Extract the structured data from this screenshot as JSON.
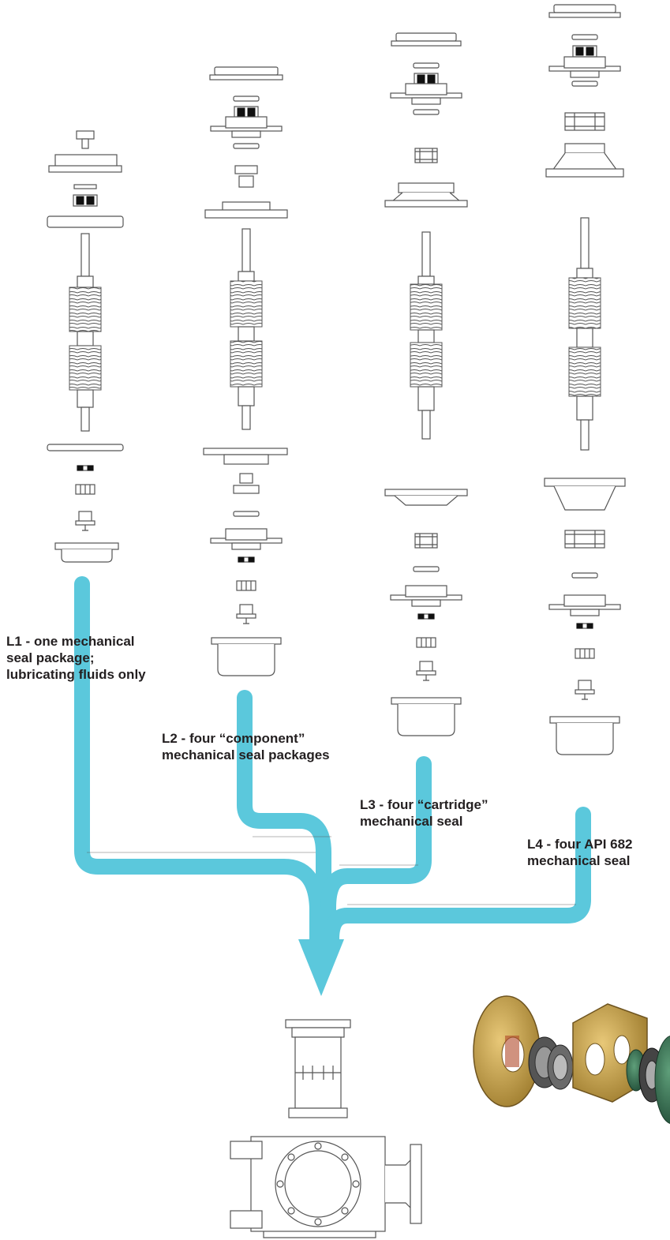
{
  "labels": {
    "l1": [
      "L1 - one mechanical",
      "seal package;",
      "lubricating fluids only"
    ],
    "l2": [
      "L2 - four  “component”",
      "mechanical seal packages"
    ],
    "l3": [
      "L3 - four “cartridge”",
      "mechanical seal"
    ],
    "l4": [
      "L4 - four  API 682",
      "mechanical seal"
    ]
  },
  "colors": {
    "flow_arrow": "#5bc8dc",
    "line_art": "#555555",
    "seal_housing_gold": "#c9a44a",
    "seal_ring_green": "#3f7a5a",
    "text": "#231f20"
  },
  "icons": {
    "screw_spindle": "threaded-screw-spindle-icon",
    "seal_component": "mechanical-seal-component-icon",
    "pump_casing": "pump-casing-icon",
    "seal_3d_view": "seal-assembly-3d-render-icon"
  }
}
